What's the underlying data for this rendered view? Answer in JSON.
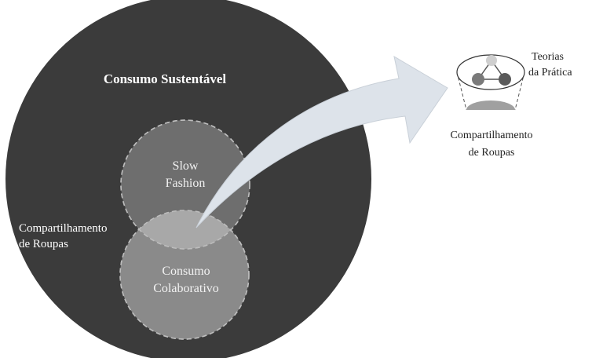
{
  "main_circle": {
    "title": "Consumo Sustentável",
    "fill": "#3b3b3b"
  },
  "slow_fashion": {
    "line1": "Slow",
    "line2": "Fashion",
    "fill": "#6e6e6e"
  },
  "consumo_colaborativo": {
    "line1": "Consumo",
    "line2": "Colaborativo",
    "fill": "#8a8a8a"
  },
  "intersection": {
    "fill": "#a8a8a8"
  },
  "sharing_label": {
    "line1": "Compartilhamento",
    "line2": "de Roupas"
  },
  "arrow": {
    "fill": "#dde3ea"
  },
  "theory_icon": {
    "label_line1": "Teorias",
    "label_line2": "da Prática",
    "caption_line1": "Compartilhamento",
    "caption_line2": "de Roupas",
    "node_colors": [
      "#cfcfcf",
      "#7a7a7a",
      "#5a5a5a"
    ],
    "base_fill": "#a0a0a0"
  }
}
